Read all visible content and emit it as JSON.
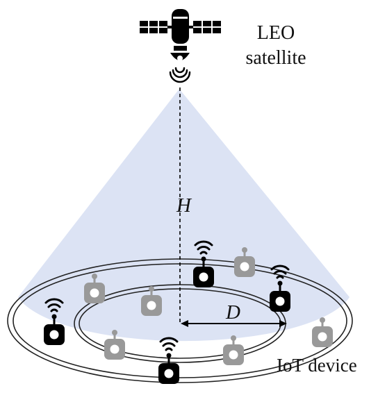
{
  "labels": {
    "satellite_line1": "LEO",
    "satellite_line2": "satellite",
    "height_symbol": "H",
    "distance_symbol": "D",
    "device_label": "IoT device"
  },
  "colors": {
    "beam": "#dce3f4",
    "ink": "#000000",
    "inactive_device": "#999999"
  },
  "icons": {
    "satellite": "satellite-icon",
    "active_device": "iot-device-active-icon",
    "inactive_device": "iot-device-inactive-icon"
  }
}
